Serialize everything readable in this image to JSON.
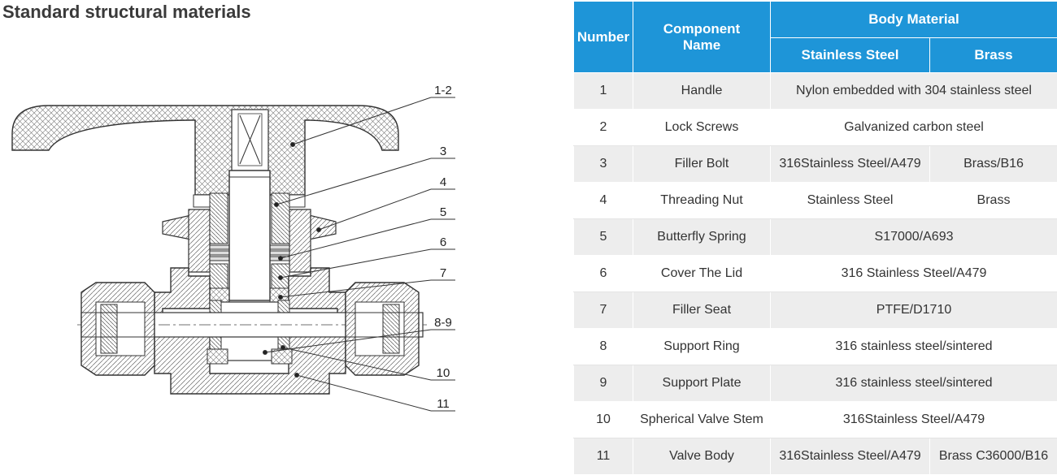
{
  "page": {
    "title": "Standard structural materials"
  },
  "diagram": {
    "callouts": [
      "1-2",
      "3",
      "4",
      "5",
      "6",
      "7",
      "8-9",
      "10",
      "11"
    ]
  },
  "table": {
    "header": {
      "number": "Number",
      "component_line1": "Component",
      "component_line2": "Name",
      "body_material": "Body Material",
      "stainless": "Stainless Steel",
      "brass": "Brass"
    },
    "rows": [
      {
        "num": "1",
        "name": "Handle",
        "merged": "Nylon embedded with 304 stainless steel"
      },
      {
        "num": "2",
        "name": "Lock Screws",
        "merged": "Galvanized carbon steel"
      },
      {
        "num": "3",
        "name": "Filler Bolt",
        "stainless": "316Stainless Steel/A479",
        "brass": "Brass/B16"
      },
      {
        "num": "4",
        "name": "Threading Nut",
        "stainless": "Stainless Steel",
        "brass": "Brass"
      },
      {
        "num": "5",
        "name": "Butterfly Spring",
        "merged": "S17000/A693"
      },
      {
        "num": "6",
        "name": "Cover The Lid",
        "merged": "316 Stainless Steel/A479"
      },
      {
        "num": "7",
        "name": "Filler Seat",
        "merged": "PTFE/D1710"
      },
      {
        "num": "8",
        "name": "Support Ring",
        "merged": "316 stainless steel/sintered"
      },
      {
        "num": "9",
        "name": "Support Plate",
        "merged": "316 stainless steel/sintered"
      },
      {
        "num": "10",
        "name": "Spherical Valve Stem",
        "merged": "316Stainless Steel/A479"
      },
      {
        "num": "11",
        "name": "Valve Body",
        "stainless": "316Stainless Steel/A479",
        "brass": "Brass C36000/B16"
      }
    ]
  },
  "colors": {
    "header_blue": "#1e95d8",
    "stripe_gray": "#ededed"
  }
}
